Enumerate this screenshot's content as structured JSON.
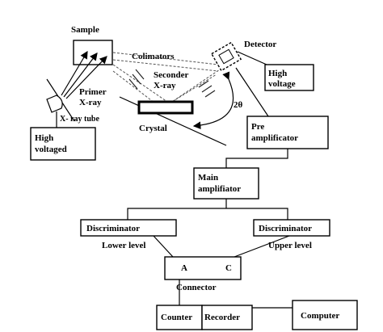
{
  "labels": {
    "sample": "Sample",
    "colimators": "Colimators",
    "detector": "Detector",
    "primer_line1": "Primer",
    "primer_line2": "X-ray",
    "seconder_line1": "Seconder",
    "seconder_line2": "X-ray",
    "xray_tube": "X- ray tube",
    "crystal": "Crystal",
    "two_theta": "2θ",
    "high_voltage_right_line1": "High",
    "high_voltage_right_line2": "voltage",
    "high_voltaged_left_line1": "High",
    "high_voltaged_left_line2": "voltaged",
    "pre_amplifier_line1": "Pre",
    "pre_amplifier_line2": "amplificator",
    "main_amplifier_line1": "Main",
    "main_amplifier_line2": "amplifiator",
    "discriminator_left": "Discriminator",
    "discriminator_right": "Discriminator",
    "lower_level": "Lower level",
    "upper_level": "Upper level",
    "connector_a": "A",
    "connector_c": "C",
    "connector": "Connector",
    "counter": "Counter",
    "recorder": "Recorder",
    "computer": "Computer"
  }
}
